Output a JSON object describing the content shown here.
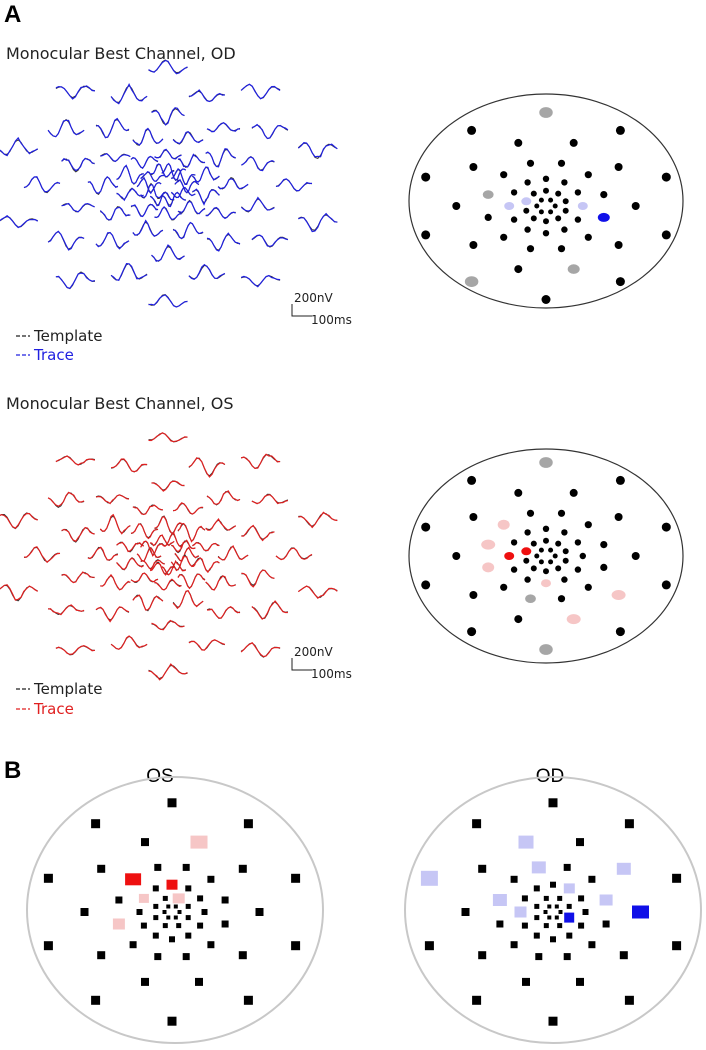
{
  "panel_a": {
    "letter": "A",
    "od": {
      "title": "Monocular Best Channel, OD",
      "scale_v": "200nV",
      "scale_t": "100ms",
      "legend_template": "Template",
      "legend_trace": "Trace",
      "trace_color": "#2020e0"
    },
    "os": {
      "title": "Monocular Best Channel, OS",
      "scale_v": "200nV",
      "scale_t": "100ms",
      "legend_template": "Template",
      "legend_trace": "Trace",
      "trace_color": "#e02020"
    }
  },
  "panel_b": {
    "letter": "B",
    "left_title": "OS",
    "right_title": "OD"
  },
  "colors": {
    "black": "#000000",
    "gray": "#a6a6a6",
    "light_blue": "#c6c6f5",
    "blue": "#1010e8",
    "light_red": "#f6c6c6",
    "red": "#ee1010"
  }
}
